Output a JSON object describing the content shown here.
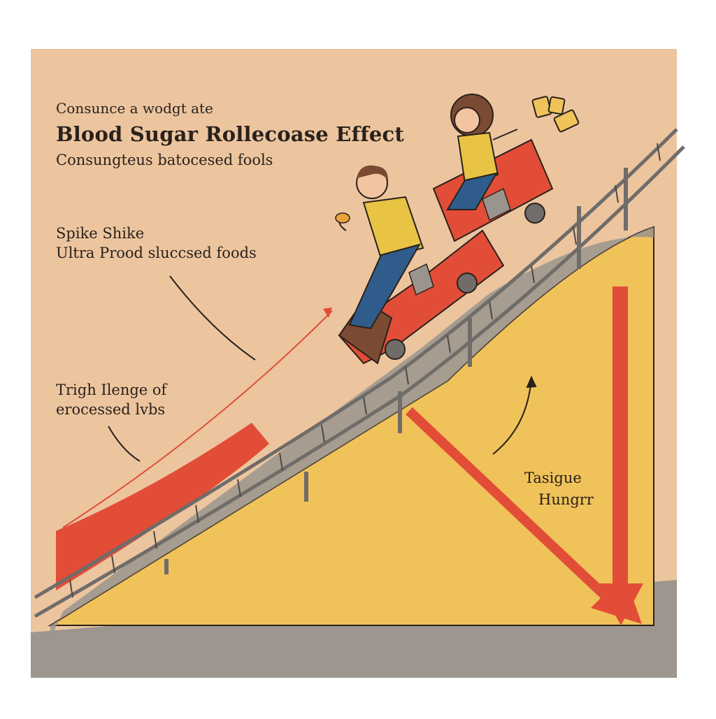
{
  "header": {
    "kicker": "Consunce a wodgt ate",
    "title": "Blood Sugar Rollecoase  Effect",
    "subtitle": "Consungteus batocesed fools"
  },
  "annotations": {
    "spike_line1": "Spike Shike",
    "spike_line2": "Ultra Prood sluccsed foods",
    "intake_line1": "Trigh Ilenge of",
    "intake_line2": "erocessed lvbs",
    "crash_line1": "Tasigue",
    "crash_line2": "Hungrr"
  },
  "colors": {
    "background": "#ecc59f",
    "hill": "#f0c25a",
    "hill_shadow": "#9a948c",
    "accent_red": "#e24d37",
    "rail": "#6f6c69",
    "ink": "#2a211b"
  },
  "icons": {
    "riders": "two-riders-in-coaster-car",
    "flying_snacks": "snack-chip-icons",
    "rise_arrow": "red-rising-arrow",
    "crash_arrow": "red-falling-arrow"
  }
}
